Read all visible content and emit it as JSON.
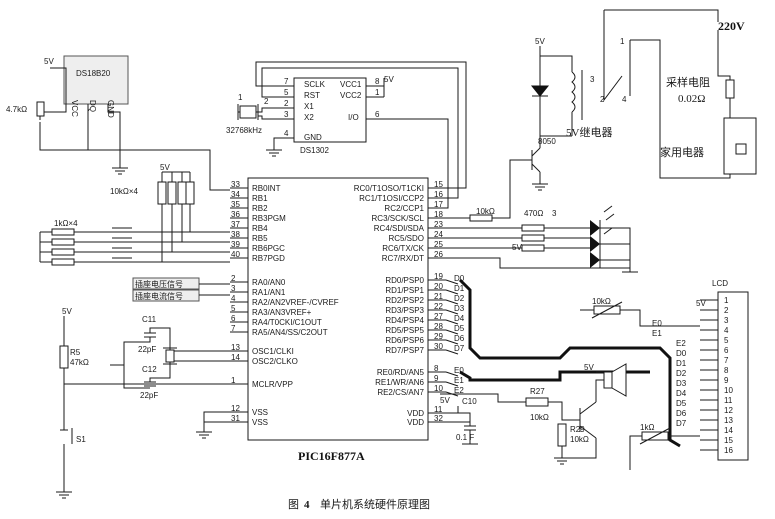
{
  "supply": {
    "v5": "5V",
    "v220": "220V"
  },
  "ds18b20": {
    "name": "DS18B20",
    "pins": [
      "VCC",
      "DQ",
      "GND"
    ],
    "pullup": "4.7kΩ"
  },
  "ds1302": {
    "name": "DS1302",
    "crystal": "32768kHz",
    "pin_labels": [
      "SCLK",
      "RST",
      "X1",
      "X2",
      "GND",
      "VCC1",
      "VCC2",
      "I/O"
    ],
    "pin_numbers": [
      "7",
      "5",
      "2",
      "3",
      "4",
      "8",
      "1",
      "6"
    ],
    "crystal_pins": [
      "1",
      "2"
    ]
  },
  "resistor_arrays": {
    "pullup": "10kΩ×4",
    "series": "1kΩ×4"
  },
  "mcu": {
    "name": "PIC16F877A",
    "left_pins": [
      {
        "num": "33",
        "label": "RB0INT"
      },
      {
        "num": "34",
        "label": "RB1"
      },
      {
        "num": "35",
        "label": "RB2"
      },
      {
        "num": "36",
        "label": "RB3PGM"
      },
      {
        "num": "37",
        "label": "RB4"
      },
      {
        "num": "38",
        "label": "RB5"
      },
      {
        "num": "39",
        "label": "RB6PGC"
      },
      {
        "num": "40",
        "label": "RB7PGD"
      },
      {
        "num": "2",
        "label": "RA0/AN0"
      },
      {
        "num": "3",
        "label": "RA1/AN1"
      },
      {
        "num": "4",
        "label": "RA2/AN2VREF-/CVREF"
      },
      {
        "num": "5",
        "label": "RA3/AN3VREF+"
      },
      {
        "num": "6",
        "label": "RA4/T0CKI/C1OUT"
      },
      {
        "num": "7",
        "label": "RA5/AN4/SS/C2OUT"
      },
      {
        "num": "13",
        "label": "OSC1/CLKI"
      },
      {
        "num": "14",
        "label": "OSC2/CLKO"
      },
      {
        "num": "1",
        "label": "MCLR/VPP"
      },
      {
        "num": "12",
        "label": "VSS"
      },
      {
        "num": "31",
        "label": "VSS"
      }
    ],
    "right_pins": [
      {
        "num": "15",
        "label": "RC0/T1OSO/T1CKI"
      },
      {
        "num": "16",
        "label": "RC1/T1OSI/CCP2"
      },
      {
        "num": "17",
        "label": "RC2/CCP1"
      },
      {
        "num": "18",
        "label": "RC3/SCK/SCL"
      },
      {
        "num": "23",
        "label": "RC4/SDI/SDA"
      },
      {
        "num": "24",
        "label": "RC5/SDO"
      },
      {
        "num": "25",
        "label": "RC6/TX/CK"
      },
      {
        "num": "26",
        "label": "RC7/RX/DT"
      },
      {
        "num": "19",
        "label": "RD0/PSP0"
      },
      {
        "num": "20",
        "label": "RD1/PSP1"
      },
      {
        "num": "21",
        "label": "RD2/PSP2"
      },
      {
        "num": "22",
        "label": "RD3/PSP3"
      },
      {
        "num": "27",
        "label": "RD4/PSP4"
      },
      {
        "num": "28",
        "label": "RD5/PSP5"
      },
      {
        "num": "29",
        "label": "RD6/PSP6"
      },
      {
        "num": "30",
        "label": "RD7/PSP7"
      },
      {
        "num": "8",
        "label": "RE0/RD/AN5"
      },
      {
        "num": "9",
        "label": "RE1/WR/AN6"
      },
      {
        "num": "10",
        "label": "RE2/CS/AN7"
      },
      {
        "num": "11",
        "label": "VDD"
      },
      {
        "num": "32",
        "label": "VDD"
      }
    ]
  },
  "signals": {
    "voltage": "插座电压信号",
    "current": "插座电流信号"
  },
  "oscillator": {
    "c11": "C11",
    "c12": "C12",
    "c11_val": "22pF",
    "c12_val": "22pF"
  },
  "reset": {
    "r5": "R5",
    "r5_val": "47kΩ",
    "switch": "S1"
  },
  "power_cap": {
    "c10": "C10",
    "c10_val": "0.1 F"
  },
  "relay_section": {
    "relay_label": "5V继电器",
    "transistor": "8050",
    "sense_label": "采样电阻",
    "sense_val": "0.02Ω",
    "appliance": "家用电器",
    "relay_pins": [
      "1",
      "2",
      "3",
      "4"
    ]
  },
  "c_resistors": {
    "r1": "10kΩ",
    "r2": "470Ω",
    "three": "3"
  },
  "data_labels": [
    "D0",
    "D1",
    "D2",
    "D3",
    "D4",
    "D5",
    "D6",
    "D7"
  ],
  "e_labels": [
    "E0",
    "E1",
    "E2"
  ],
  "lcd": {
    "title": "LCD",
    "pins": [
      "1",
      "2",
      "3",
      "4",
      "5",
      "6",
      "7",
      "8",
      "9",
      "10",
      "11",
      "12",
      "13",
      "14",
      "15",
      "16"
    ],
    "left_labels": [
      "5V",
      "E0",
      "E1",
      "E2",
      "D0",
      "D1",
      "D2",
      "D3",
      "D4",
      "D5",
      "D6",
      "D7"
    ],
    "pot1": "10kΩ",
    "pot2": "1kΩ"
  },
  "buzzer": {
    "r27": "R27",
    "r27_val": "10kΩ",
    "r29": "R29",
    "r29_val": "10kΩ",
    "v": "5V"
  },
  "caption": {
    "prefix": "图",
    "num": "4",
    "text": "单片机系统硬件原理图"
  }
}
